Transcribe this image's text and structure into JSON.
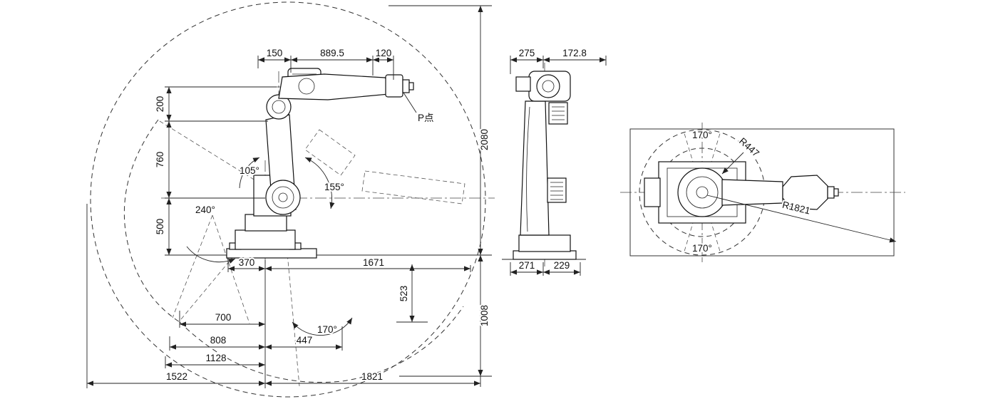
{
  "drawing_title": "industrial-robot-dimension-drawing",
  "front": {
    "top_dims": {
      "d150": "150",
      "d889_5": "889.5",
      "d120": "120"
    },
    "left_dims": {
      "d200": "200",
      "d760": "760",
      "d500": "500"
    },
    "right_dims": {
      "d2080": "2080",
      "d1008": "1008"
    },
    "angles": {
      "a105": "105°",
      "a240": "240°",
      "a155": "155°",
      "a170": "170°"
    },
    "p_label": "P点",
    "bottom_dims": {
      "d370": "370",
      "d1671": "1671",
      "d523": "523",
      "d700": "700",
      "d808": "808",
      "d447": "447",
      "d1128": "1128",
      "d1522": "1522",
      "d1821": "1821"
    }
  },
  "side": {
    "top_dims": {
      "d275": "275",
      "d172_8": "172.8"
    },
    "bottom_dims": {
      "d271": "271",
      "d229": "229"
    }
  },
  "top": {
    "angles": {
      "a170_upper": "170°",
      "a170_lower": "170°"
    },
    "radii": {
      "r447": "R447",
      "r1821": "R1821"
    }
  }
}
